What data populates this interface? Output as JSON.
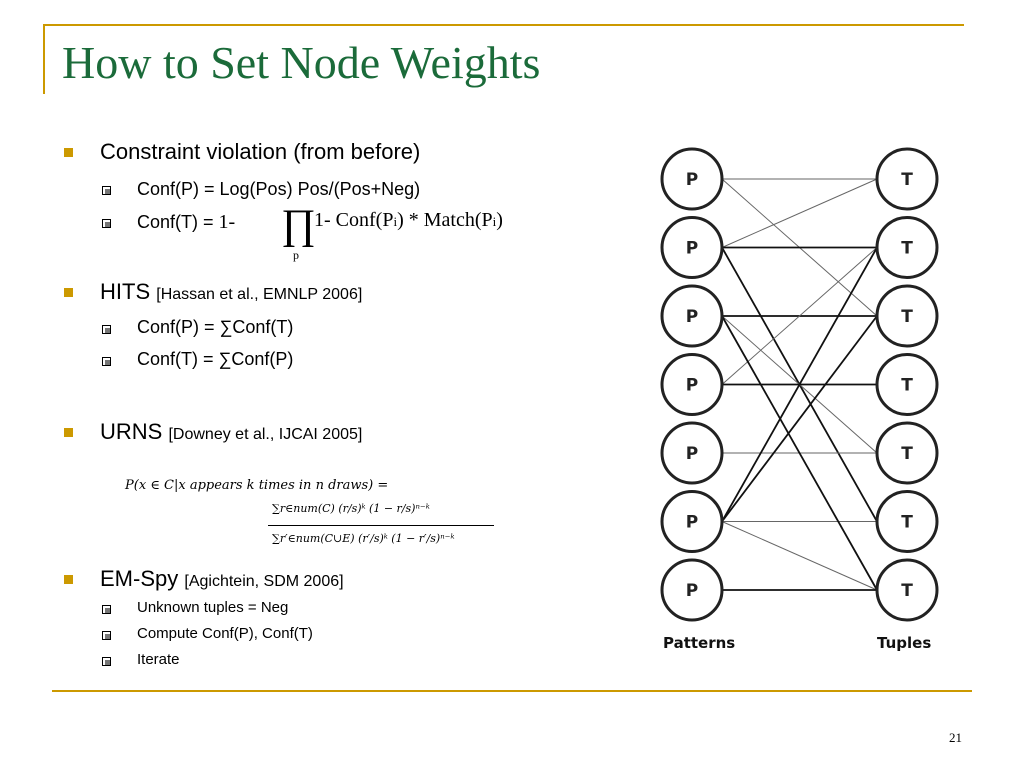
{
  "slide": {
    "title": "How to Set Node Weights",
    "page_number": "21"
  },
  "bullets": {
    "constraint": {
      "label": "Constraint violation (from before)",
      "sub1": "Conf(P) = Log(Pos) Pos/(Pos+Neg)",
      "sub2_prefix": "Conf(T) = ",
      "sub2_formula": {
        "one_minus": "1-",
        "prod_symbol": "∏",
        "prod_index": "p",
        "body_1": "1- Conf(P",
        "sub_i_1": "i",
        "body_2": ") * Match(P",
        "sub_i_2": "i",
        "body_3": ")"
      }
    },
    "hits": {
      "label": "HITS",
      "citation": "[Hassan et al., EMNLP 2006]",
      "sub1": "Conf(P) = ∑Conf(T)",
      "sub2": "Conf(T) = ∑Conf(P)"
    },
    "urns": {
      "label": "URNS",
      "citation": "[Downey et al., IJCAI 2005]",
      "formula_top": "P(x ∈ C|x appears k times in n draws) =",
      "formula_numerator": "∑r∈num(C) (r/s)ᵏ (1 − r/s)ⁿ⁻ᵏ",
      "formula_denominator": "∑r′∈num(C∪E) (r′/s)ᵏ (1 − r′/s)ⁿ⁻ᵏ"
    },
    "emspy": {
      "label": "EM-Spy",
      "citation": "[Agichtein, SDM 2006]",
      "sub1": "Unknown tuples = Neg",
      "sub2": "Compute Conf(P), Conf(T)",
      "sub3": "Iterate"
    }
  },
  "graph": {
    "pattern_node_label": "P",
    "tuple_node_label": "T",
    "patterns_caption": "Patterns",
    "tuples_caption": "Tuples",
    "pattern_nodes": [
      "P",
      "P",
      "P",
      "P",
      "P",
      "P",
      "P"
    ],
    "tuple_nodes": [
      "T",
      "T",
      "T",
      "T",
      "T",
      "T",
      "T"
    ],
    "edges": [
      {
        "p": 0,
        "t": 0,
        "w": "thin"
      },
      {
        "p": 0,
        "t": 2,
        "w": "thin"
      },
      {
        "p": 1,
        "t": 0,
        "w": "thin"
      },
      {
        "p": 1,
        "t": 1,
        "w": "thick"
      },
      {
        "p": 1,
        "t": 5,
        "w": "thick"
      },
      {
        "p": 2,
        "t": 2,
        "w": "thick"
      },
      {
        "p": 2,
        "t": 4,
        "w": "thin"
      },
      {
        "p": 3,
        "t": 1,
        "w": "thin"
      },
      {
        "p": 3,
        "t": 3,
        "w": "thick"
      },
      {
        "p": 4,
        "t": 4,
        "w": "thin"
      },
      {
        "p": 5,
        "t": 1,
        "w": "thick"
      },
      {
        "p": 5,
        "t": 2,
        "w": "thick"
      },
      {
        "p": 5,
        "t": 5,
        "w": "thin"
      },
      {
        "p": 5,
        "t": 6,
        "w": "thin"
      },
      {
        "p": 6,
        "t": 6,
        "w": "thick"
      },
      {
        "p": 2,
        "t": 6,
        "w": "thick"
      }
    ]
  }
}
